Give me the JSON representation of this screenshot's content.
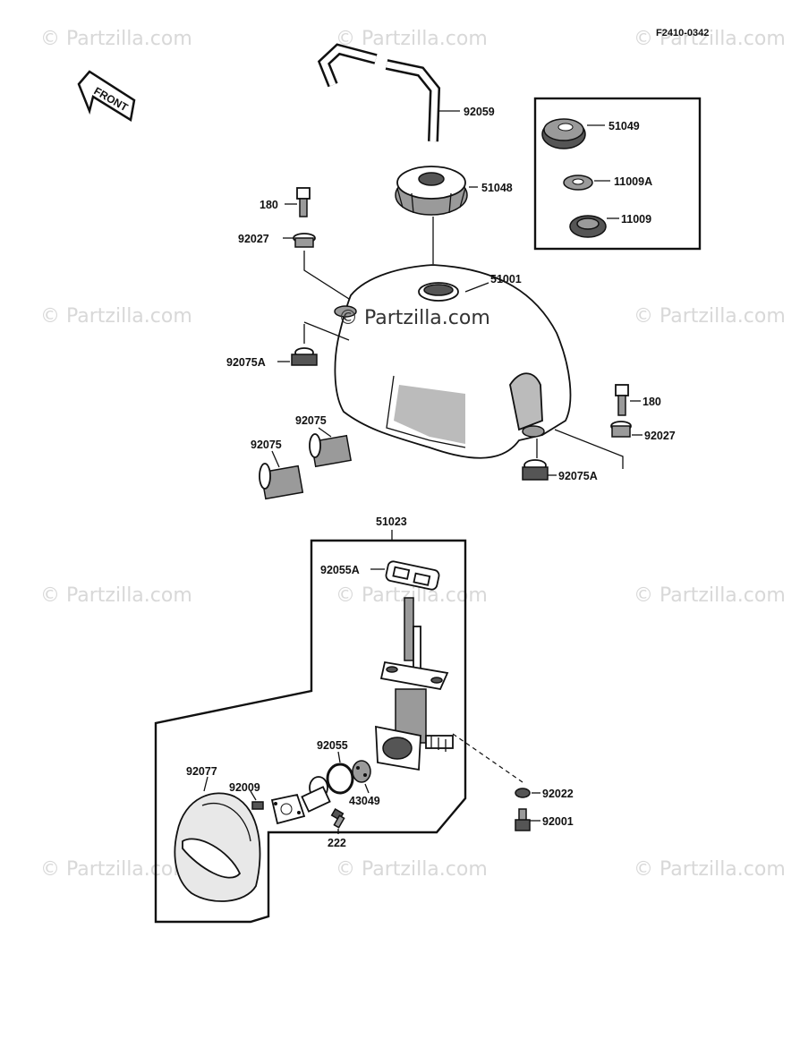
{
  "figure_code": "F2410-0342",
  "front_label": "FRONT",
  "watermark": "© Partzilla.com",
  "center_watermark": "© Partzilla.com",
  "parts": {
    "hose": "92059",
    "cap": "51048",
    "inset_cap": "51049",
    "inset_washer_a": "11009A",
    "inset_washer": "11009",
    "bolt_left": "180",
    "collar_left": "92027",
    "tank": "51001",
    "damper_left": "92075A",
    "bolt_right": "180",
    "collar_right": "92027",
    "damper_right": "92075A",
    "sleeve_a": "92075",
    "sleeve_b": "92075",
    "fuel_cock": "51023",
    "gasket": "92055A",
    "oring": "92055",
    "knob": "92077",
    "screw_plate": "92009",
    "diaphragm": "43049",
    "screw_small": "222",
    "washer": "92022",
    "bolt_cock": "92001"
  }
}
